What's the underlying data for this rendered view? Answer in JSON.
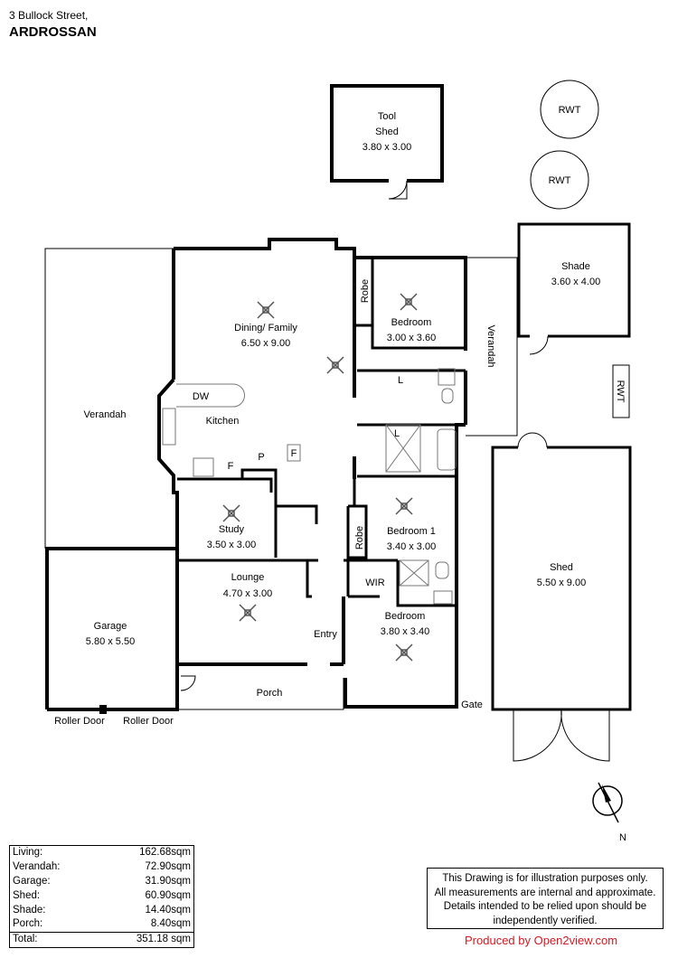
{
  "header": {
    "address": "3 Bullock Street,",
    "suburb": "ARDROSSAN"
  },
  "rooms": {
    "tool_shed_name1": "Tool",
    "tool_shed_name2": "Shed",
    "tool_shed_size": "3.80 x 3.00",
    "rwt1": "RWT",
    "rwt2": "RWT",
    "rwt3": "RWT",
    "shade_name": "Shade",
    "shade_size": "3.60 x 4.00",
    "robe1": "Robe",
    "bedroom_top_name": "Bedroom",
    "bedroom_top_size": "3.00 x 3.60",
    "dining_name": "Dining/ Family",
    "dining_size": "6.50 x 9.00",
    "verandah_left": "Verandah",
    "verandah_right": "Verandah",
    "dw": "DW",
    "kitchen": "Kitchen",
    "f1": "F",
    "p": "P",
    "f2": "F",
    "l1": "L",
    "l2": "L",
    "study_name": "Study",
    "study_size": "3.50 x 3.00",
    "robe2": "Robe",
    "bedroom1_name": "Bedroom 1",
    "bedroom1_size": "3.40 x 3.00",
    "shed_name": "Shed",
    "shed_size": "5.50 x 9.00",
    "garage_name": "Garage",
    "garage_size": "5.80 x 5.50",
    "lounge_name": "Lounge",
    "lounge_size": "4.70 x 3.00",
    "wir": "WIR",
    "bedroom_bottom_name": "Bedroom",
    "bedroom_bottom_size": "3.80 x 3.40",
    "entry": "Entry",
    "porch": "Porch",
    "gate": "Gate",
    "roller_door1": "Roller Door",
    "roller_door2": "Roller Door",
    "compass_n": "N"
  },
  "areas": [
    {
      "label": "Living:",
      "value": "162.68sqm"
    },
    {
      "label": "Verandah:",
      "value": "72.90sqm"
    },
    {
      "label": "Garage:",
      "value": "31.90sqm"
    },
    {
      "label": "Shed:",
      "value": "60.90sqm"
    },
    {
      "label": "Shade:",
      "value": "14.40sqm"
    },
    {
      "label": "Porch:",
      "value": "8.40sqm"
    },
    {
      "label": "Total:",
      "value": "351.18 sqm"
    }
  ],
  "disclaimer": {
    "line1": "This Drawing is for illustration purposes only.",
    "line2": "All measurements are internal and approximate.",
    "line3": "Details intended to be relied upon should be",
    "line4": "independently verified."
  },
  "credit": "Produced by Open2view.com",
  "colors": {
    "wall": "#000000",
    "credit": "#d71920",
    "fixture": "#777777"
  }
}
